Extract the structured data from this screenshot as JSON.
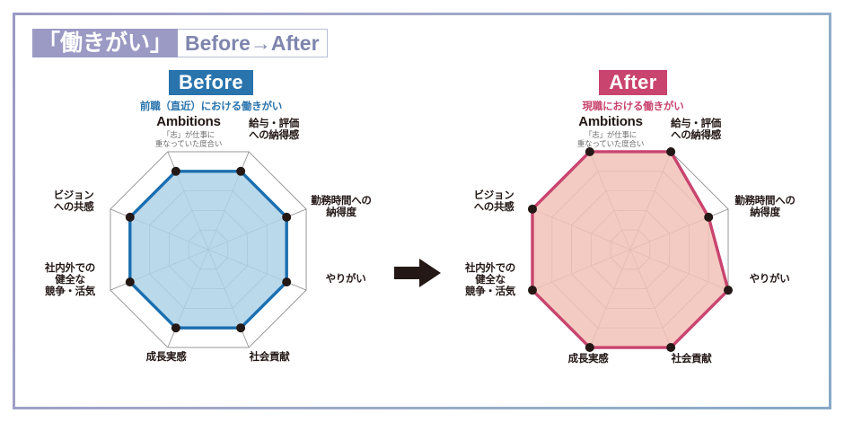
{
  "title": {
    "jp": "「働きがい」",
    "en": "Before→After"
  },
  "colors": {
    "frame_left": "#9a9ac4",
    "frame_right": "#87a9c6",
    "before_accent": "#2a74ad",
    "before_line": "#1b6faf",
    "before_fill": "#aed2e8",
    "after_accent": "#c9446e",
    "after_line": "#c9446e",
    "after_fill": "#f2c2b8",
    "grid": "#8c8c8c",
    "point": "#231815",
    "arrow": "#231815"
  },
  "arrow": {
    "icon": "arrow-right-icon"
  },
  "panels": [
    {
      "id": "before",
      "badge": "Before",
      "caption": "前職（直近）における働きがい"
    },
    {
      "id": "after",
      "badge": "After",
      "caption": "現職における働きがい"
    }
  ],
  "chart_data": [
    {
      "type": "radar",
      "id": "before",
      "title": "Before",
      "subtitle": "前職（直近）における働きがい",
      "rings": 5,
      "rmax": 5,
      "categories": [
        "Ambitions",
        "給与・評価\nへの納得感",
        "勤務時間への\n納得度",
        "やりがい",
        "社会貢献",
        "成長実感",
        "社内外での\n健全な\n競争・活気",
        "ビジョン\nへの共感"
      ],
      "category_notes": [
        "「志」が仕事に\n重なっていた度合い",
        "",
        "",
        "",
        "",
        "",
        "",
        ""
      ],
      "values": [
        4,
        4,
        4,
        4,
        4,
        4,
        4,
        4
      ],
      "line_color": "#1b6faf",
      "fill_color": "#aed2e8",
      "grid": true,
      "legend": "none"
    },
    {
      "type": "radar",
      "id": "after",
      "title": "After",
      "subtitle": "現職における働きがい",
      "rings": 5,
      "rmax": 5,
      "categories": [
        "Ambitions",
        "給与・評価\nへの納得感",
        "勤務時間への\n納得度",
        "やりがい",
        "社会貢献",
        "成長実感",
        "社内外での\n健全な\n競争・活気",
        "ビジョン\nへの共感"
      ],
      "category_notes": [
        "「志」が仕事に\n重なっていた度合い",
        "",
        "",
        "",
        "",
        "",
        "",
        ""
      ],
      "values": [
        5,
        5,
        4,
        5,
        5,
        5,
        5,
        5
      ],
      "line_color": "#c9446e",
      "fill_color": "#f2c2b8",
      "grid": true,
      "legend": "none"
    }
  ],
  "axis_labels": {
    "ambitions": "Ambitions",
    "ambitions_note_l1": "「志」が仕事に",
    "ambitions_note_l2": "重なっていた度合い",
    "pay_l1": "給与・評価",
    "pay_l2": "への納得感",
    "hours_l1": "勤務時間への",
    "hours_l2": "納得度",
    "worth": "やりがい",
    "social": "社会貢献",
    "growth": "成長実感",
    "compete_l1": "社内外での",
    "compete_l2": "健全な",
    "compete_l3": "競争・活気",
    "vision_l1": "ビジョン",
    "vision_l2": "への共感"
  }
}
